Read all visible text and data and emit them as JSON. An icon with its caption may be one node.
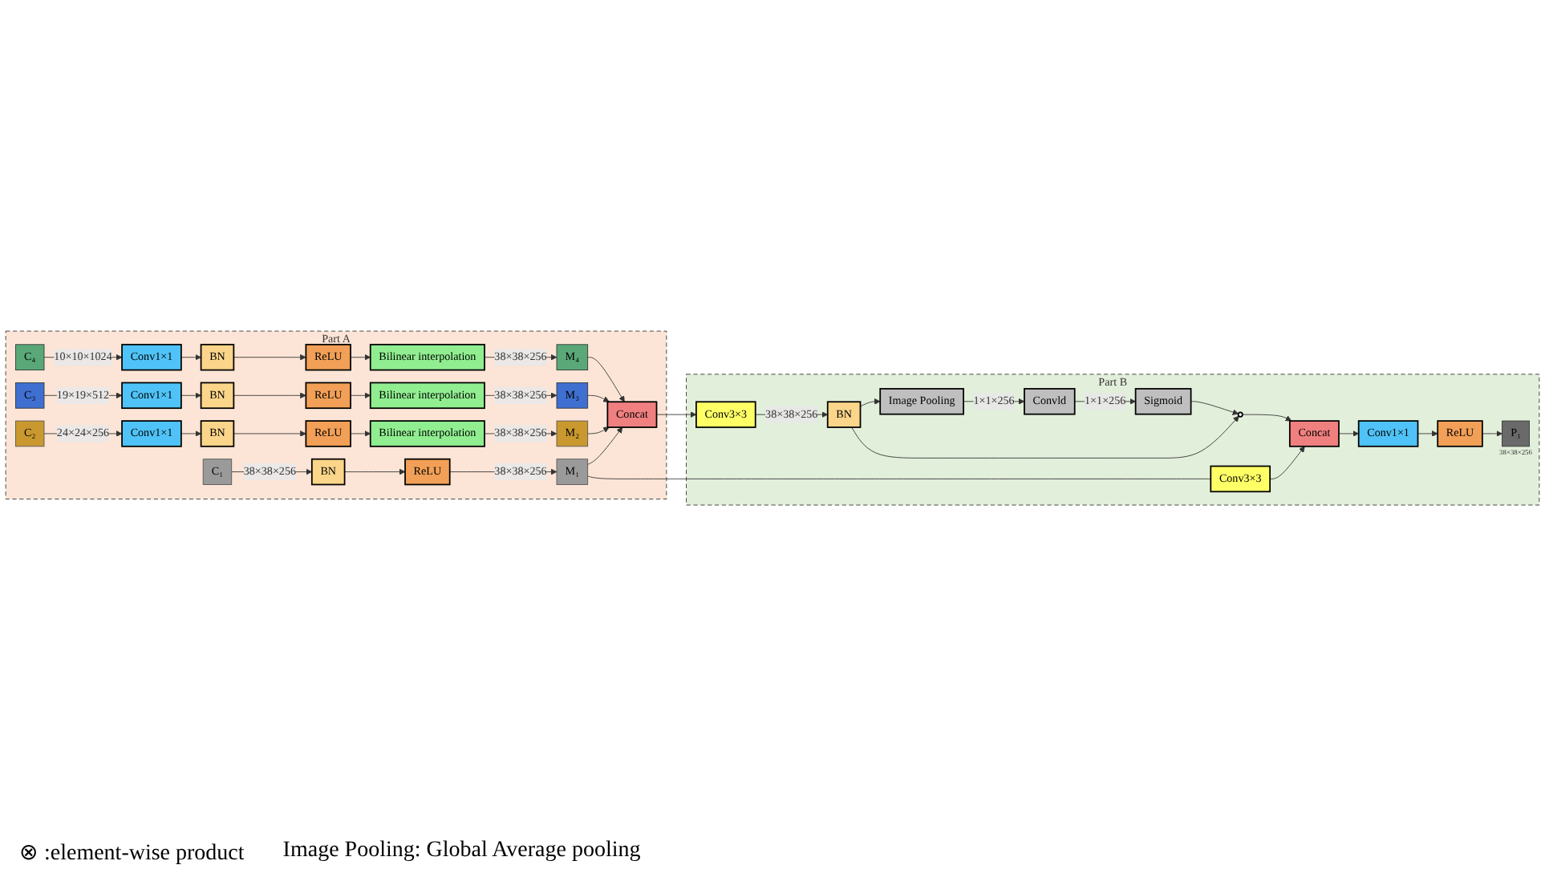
{
  "diagram": {
    "nodes": [
      {
        "text": [
          "Part A"
        ]
      },
      {
        "text": [
          "C₁"
        ],
        "in": 0
      },
      {
        "text": [
          "C₂"
        ],
        "in": 0
      },
      {
        "text": [
          "C₃"
        ],
        "in": 0
      },
      {
        "text": [
          "C₄"
        ],
        "in": 0
      },
      {
        "text": [
          "BN"
        ],
        "in": 0
      },
      {
        "text": [
          "ReLU"
        ],
        "in": 0
      },
      {
        "text": [
          "Conv1×1"
        ],
        "in": 0
      },
      {
        "text": [
          "BN"
        ],
        "in": 0
      },
      {
        "text": [
          "ReLU"
        ],
        "in": 0
      },
      {
        "text": [
          "Bilinear interpolation"
        ],
        "in": 0
      },
      {
        "text": [
          "Conv1×1"
        ],
        "in": 0
      },
      {
        "text": [
          "BN"
        ],
        "in": 0
      },
      {
        "text": [
          "ReLU"
        ],
        "in": 0
      },
      {
        "text": [
          "Bilinear interpolation"
        ],
        "in": 0
      },
      {
        "text": [
          "Conv1×1"
        ],
        "in": 0
      },
      {
        "text": [
          "BN"
        ],
        "in": 0
      },
      {
        "text": [
          "ReLU"
        ],
        "in": 0
      },
      {
        "text": [
          "Bilinear interpolation"
        ],
        "in": 0
      },
      {
        "text": [
          "M₄"
        ],
        "in": 0
      },
      {
        "text": [
          "M₃"
        ],
        "in": 0
      },
      {
        "text": [
          "M₂"
        ],
        "in": 0
      },
      {
        "text": [
          "M₁"
        ],
        "in": 0
      },
      {
        "text": [
          "Concat"
        ],
        "in": 0
      },
      {
        "text": [
          "Part B"
        ]
      },
      {
        "text": [
          "Convld"
        ],
        "in": 24
      },
      {
        "text": [
          "Image Pooling"
        ],
        "in": 24
      },
      {
        "text": [
          "BN"
        ],
        "in": 24
      },
      {
        "text": [
          "Conv3×3"
        ],
        "in": 24
      },
      {
        "text": [
          "Sigmoid"
        ],
        "in": 24
      },
      {
        "text": [],
        "shape": "circle",
        "in": 24
      },
      {
        "text": [
          "P₁"
        ],
        "beside": [
          "38×38×256"
        ],
        "in": 24
      },
      {
        "text": [
          "ReLU"
        ],
        "in": 24
      },
      {
        "text": [
          "Conv1×1"
        ],
        "in": 24
      },
      {
        "text": [
          "Concat"
        ],
        "in": 24
      },
      {
        "text": [
          "Conv3×3"
        ],
        "in": 24
      }
    ],
    "edges": [
      {
        "from": 1,
        "to": 5,
        "arrow": "to",
        "label": "38×38×256"
      },
      {
        "from": 5,
        "to": 6,
        "arrow": "to"
      },
      {
        "from": 6,
        "to": 22,
        "arrow": "to",
        "label": "38×38×256"
      },
      {
        "from": 2,
        "to": 7,
        "arrow": "to",
        "label": "24×24×256"
      },
      {
        "from": 7,
        "to": 8,
        "arrow": "to"
      },
      {
        "from": 8,
        "to": 9,
        "arrow": "to"
      },
      {
        "from": 9,
        "to": 10,
        "arrow": "to"
      },
      {
        "from": 10,
        "to": 21,
        "arrow": "to",
        "label": "38×38×256"
      },
      {
        "from": 3,
        "to": 11,
        "arrow": "to",
        "label": "19×19×512"
      },
      {
        "from": 11,
        "to": 12,
        "arrow": "to"
      },
      {
        "from": 12,
        "to": 13,
        "arrow": "to"
      },
      {
        "from": 13,
        "to": 14,
        "arrow": "to"
      },
      {
        "from": 14,
        "to": 20,
        "arrow": "to",
        "label": "38×38×256"
      },
      {
        "from": 4,
        "to": 15,
        "arrow": "to",
        "label": "10×10×1024"
      },
      {
        "from": 15,
        "to": 16,
        "arrow": "to"
      },
      {
        "from": 16,
        "to": 17,
        "arrow": "to"
      },
      {
        "from": 17,
        "to": 18,
        "arrow": "to"
      },
      {
        "from": 18,
        "to": 19,
        "arrow": "to",
        "label": "38×38×256"
      },
      {
        "from": 19,
        "to": 23,
        "arrow": "to"
      },
      {
        "from": 20,
        "to": 23,
        "arrow": "to"
      },
      {
        "from": 21,
        "to": 23,
        "arrow": "to"
      },
      {
        "from": 22,
        "to": 23,
        "arrow": "to"
      },
      {
        "from": 23,
        "to": 28,
        "arrow": "to"
      },
      {
        "from": 22,
        "to": 35,
        "arrow": "none"
      },
      {
        "from": 28,
        "to": 27,
        "arrow": "to",
        "label": "38×38×256"
      },
      {
        "from": 27,
        "to": 26,
        "arrow": "to"
      },
      {
        "from": 26,
        "to": 25,
        "arrow": "to",
        "label": "1×1×256"
      },
      {
        "from": 25,
        "to": 29,
        "arrow": "to",
        "label": "1×1×256"
      },
      {
        "from": 29,
        "to": 30,
        "arrow": "to"
      },
      {
        "from": 27,
        "to": 30,
        "arrow": "to"
      },
      {
        "from": 30,
        "to": 34,
        "arrow": "to"
      },
      {
        "from": 35,
        "to": 34,
        "arrow": "to"
      },
      {
        "from": 34,
        "to": 33,
        "arrow": "to"
      },
      {
        "from": 33,
        "to": 32,
        "arrow": "to"
      },
      {
        "from": 32,
        "to": 31,
        "arrow": "to"
      }
    ],
    "labels": [
      "⊗ :element-wise product",
      "Image Pooling: Global Average pooling"
    ]
  }
}
